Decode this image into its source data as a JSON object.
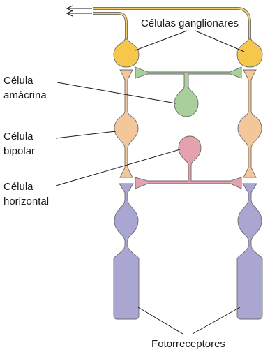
{
  "labels": {
    "ganglionares": "Células ganglionares",
    "amacrina_1": "Célula",
    "amacrina_2": "amácrina",
    "bipolar_1": "Célula",
    "bipolar_2": "bipolar",
    "horizontal_1": "Célula",
    "horizontal_2": "horizontal",
    "fotorreceptores": "Fotorreceptores"
  },
  "colors": {
    "ganglion_cell": "#f5c84c",
    "axon_fill": "#f4cd6a",
    "bipolar_cell": "#f4c79a",
    "amacrine_cell": "#a9cf9c",
    "horizontal_cell": "#e4a2ae",
    "photoreceptor": "#a9a6d1",
    "outline": "#6a6a6a",
    "text": "#1a1a1a"
  }
}
